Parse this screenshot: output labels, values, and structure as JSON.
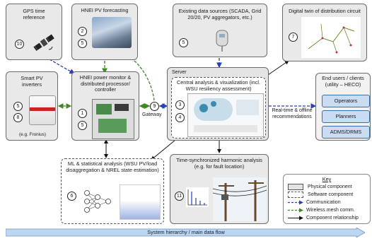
{
  "gps": {
    "title": "GPS time reference",
    "num": "10"
  },
  "forecast": {
    "title": "HNEI PV forecasting",
    "nums": [
      "2",
      "5"
    ]
  },
  "existing": {
    "title": "Existing data sources (SCADA, Grid 20/20, PV aggregators, etc.)",
    "num": "5"
  },
  "twin": {
    "title": "Digital twin of distribution circuit",
    "num": "7"
  },
  "inverters": {
    "title": "Smart PV inverters",
    "nums": [
      "5",
      "8"
    ],
    "caption": "(e.g. Fronius)"
  },
  "monitor": {
    "title": "HNEI power monitor & distributed processor/ controller",
    "nums": [
      "1",
      "5"
    ]
  },
  "gateway": {
    "label": "Gateway",
    "num": "9"
  },
  "server": {
    "label": "Server",
    "analysis_title": "Central analysis & visualization (incl. WSU resiliency assessment)",
    "nums": [
      "3",
      "4"
    ]
  },
  "realtime": {
    "label": "Real-time & offline recommendations"
  },
  "clients": {
    "title": "End users / clients (utility – HECO)",
    "items": [
      "Operators",
      "Planners",
      "ADMS/DRMS"
    ]
  },
  "ml": {
    "title": "ML & statistical analysis (WSU PV/load disaggregation & NREL state estimation)",
    "num": "6"
  },
  "harmonic": {
    "title": "Time-synchronized harmonic analysis (e.g. for fault location)",
    "num": "11"
  },
  "legend": {
    "title": "Key",
    "items": [
      "Physical component",
      "Software component",
      "Communication",
      "Wireless mesh comm.",
      "Component relationship"
    ],
    "colors": {
      "communication": "#2a3fb5",
      "wireless": "#3d8a1f",
      "relationship": "#111111"
    }
  },
  "flow_bar": {
    "label": "System hierarchy / main data flow",
    "color": "#bcd6ef"
  }
}
